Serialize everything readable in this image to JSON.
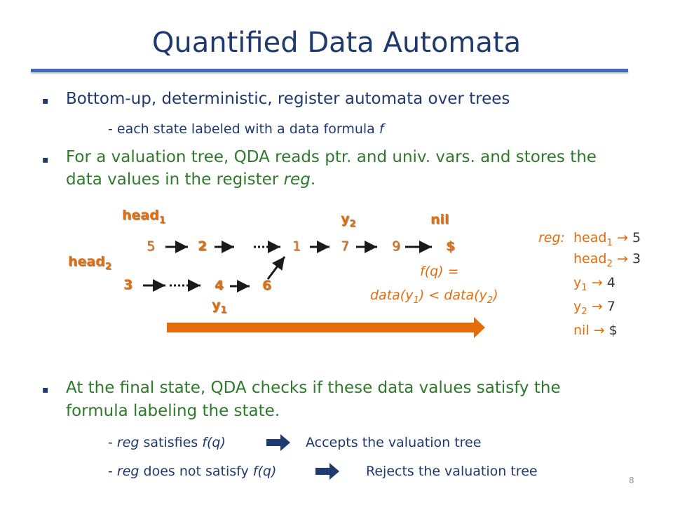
{
  "title": "Quantified Data Automata",
  "bullets": [
    {
      "marker": "▪",
      "text": "Bottom-up, deterministic, register automata over trees",
      "sub": "- each state labeled with a data formula ",
      "sub_italic": "f"
    },
    {
      "marker": "▪",
      "line1": "For a valuation tree, QDA reads ptr. and univ. vars. and stores the",
      "line2_a": "data values in the register ",
      "line2_b": "reg",
      "line2_c": "."
    },
    {
      "marker": "▪",
      "line1": "At the final state, QDA checks if these data values satisfy the",
      "line2": "formula labeling the state."
    }
  ],
  "outcomes": [
    {
      "dash": "- ",
      "reg": "reg",
      "mid": " satisfies ",
      "formula": "f(q)",
      "result": "Accepts the valuation tree"
    },
    {
      "dash": "- ",
      "reg": "reg",
      "mid": " does not satisfy ",
      "formula": "f(q)",
      "result": "Rejects the valuation tree"
    }
  ],
  "diagram": {
    "nodes": [
      "5",
      "2",
      "1",
      "7",
      "9",
      "$",
      "3",
      "4",
      "6"
    ],
    "labels": {
      "head1": "head",
      "head1_sub": "1",
      "head2": "head",
      "head2_sub": "2",
      "y2": "y",
      "y2_sub": "2",
      "nil": "nil",
      "y1": "y",
      "y1_sub": "1"
    },
    "formula_line1": "f(q) =",
    "formula_line2_a": "data(y",
    "formula_line2_sub1": "1",
    "formula_line2_b": ") < data(y",
    "formula_line2_sub2": "2",
    "formula_line2_c": ")"
  },
  "register": {
    "label": "reg:",
    "rows": [
      {
        "name": "head",
        "sub": "1",
        "arrow": "→",
        "value": "5"
      },
      {
        "name": "head",
        "sub": "2",
        "arrow": "→",
        "value": "3"
      },
      {
        "name": "y",
        "sub": "1",
        "arrow": "→",
        "value": "4"
      },
      {
        "name": "y",
        "sub": "2",
        "arrow": "→",
        "value": "7"
      },
      {
        "name": "nil",
        "sub": "",
        "arrow": "→",
        "value": "$"
      }
    ]
  },
  "page_number": "8",
  "colors": {
    "title": "#1f3a6e",
    "body": "#1f3a6e",
    "green": "#2e7a2a",
    "orange": "#e46c0a",
    "rule": "#3e6db5"
  }
}
